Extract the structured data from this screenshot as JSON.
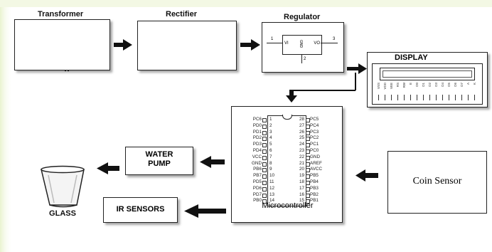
{
  "blocks": {
    "transformer": "Transformer",
    "rectifier": "Rectifier",
    "regulator": "Regulator",
    "display": "DISPLAY",
    "microcontroller": "Microcontroller",
    "coin_sensor": "Coin Sensor",
    "water_pump": "WATER\nPUMP",
    "ir_sensors": "IR SENSORS",
    "glass": "GLASS"
  },
  "regulator_pins": {
    "vi": "VI",
    "vo": "VO",
    "gnd": "GND",
    "pin1": "1",
    "pin2": "2",
    "pin3": "3"
  },
  "mcu_left_pins": [
    "PC6",
    "PD0",
    "PD1",
    "PD2",
    "PD3",
    "PD4",
    "VCC",
    "GND",
    "PB6",
    "PB7",
    "PD5",
    "PD6",
    "PD7",
    "PB0"
  ],
  "mcu_left_nums": [
    "1",
    "2",
    "3",
    "4",
    "5",
    "6",
    "7",
    "8",
    "9",
    "10",
    "11",
    "12",
    "13",
    "14"
  ],
  "mcu_right_pins": [
    "PC5",
    "PC4",
    "PC3",
    "PC2",
    "PC1",
    "PC0",
    "GND",
    "AREF",
    "AVCC",
    "PB5",
    "PB4",
    "PB3",
    "PB2",
    "PB1"
  ],
  "mcu_right_nums": [
    "28",
    "27",
    "26",
    "25",
    "24",
    "23",
    "22",
    "21",
    "20",
    "19",
    "18",
    "17",
    "16",
    "15"
  ],
  "lcd_pins": [
    "VSS",
    "VDD",
    "VEE",
    "RS",
    "RW",
    "E",
    "D0",
    "D1",
    "D2",
    "D3",
    "D4",
    "D5",
    "D6",
    "D7",
    "A",
    "K"
  ],
  "colors": {
    "line": "#111111",
    "page_bg": "#ffffff",
    "corner_tint": "#eef5d6"
  }
}
